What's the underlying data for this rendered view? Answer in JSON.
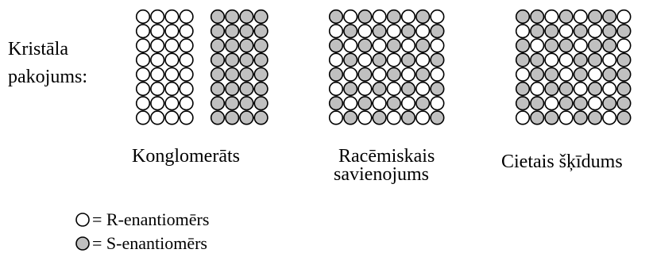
{
  "row_label": {
    "line1": "Kristāla",
    "line2": "pakojums:"
  },
  "colors": {
    "r_enantiomer": "#ffffff",
    "s_enantiomer": "#c0c0c0",
    "outline": "#000000"
  },
  "panels": [
    {
      "id": "conglomerate",
      "caption_lines": [
        "Konglomerāts"
      ],
      "grids": [
        {
          "rows": [
            "RRRR",
            "RRRR",
            "RRRR",
            "RRRR",
            "RRRR",
            "RRRR",
            "RRRR",
            "RRRR"
          ]
        },
        {
          "rows": [
            "SSSS",
            "SSSS",
            "SSSS",
            "SSSS",
            "SSSS",
            "SSSS",
            "SSSS",
            "SSSS"
          ]
        }
      ]
    },
    {
      "id": "racemic",
      "caption_lines": [
        "Racēmiskais",
        "savienojums"
      ],
      "grids": [
        {
          "rows": [
            "SRSRSRSR",
            "RSRSRSRS",
            "SRSRSRSR",
            "RSRSRSRS",
            "SRSRSRSR",
            "RSRSRSRS",
            "SRSRSRSR",
            "RSRSRSRS"
          ]
        }
      ]
    },
    {
      "id": "solid_solution",
      "caption_lines": [
        "Cietais šķīdums"
      ],
      "grids": [
        {
          "rows": [
            "SSRSRSSR",
            "RSSRSRSS",
            "SRSSRSSR",
            "SSRRSSRS",
            "RSSRSRSS",
            "SRSSRSRS",
            "SSRSSRSS",
            "RSSRSSRS"
          ]
        }
      ]
    }
  ],
  "legend": {
    "r_label": "= R-enantiomērs",
    "s_label": "= S-enantiomērs"
  }
}
